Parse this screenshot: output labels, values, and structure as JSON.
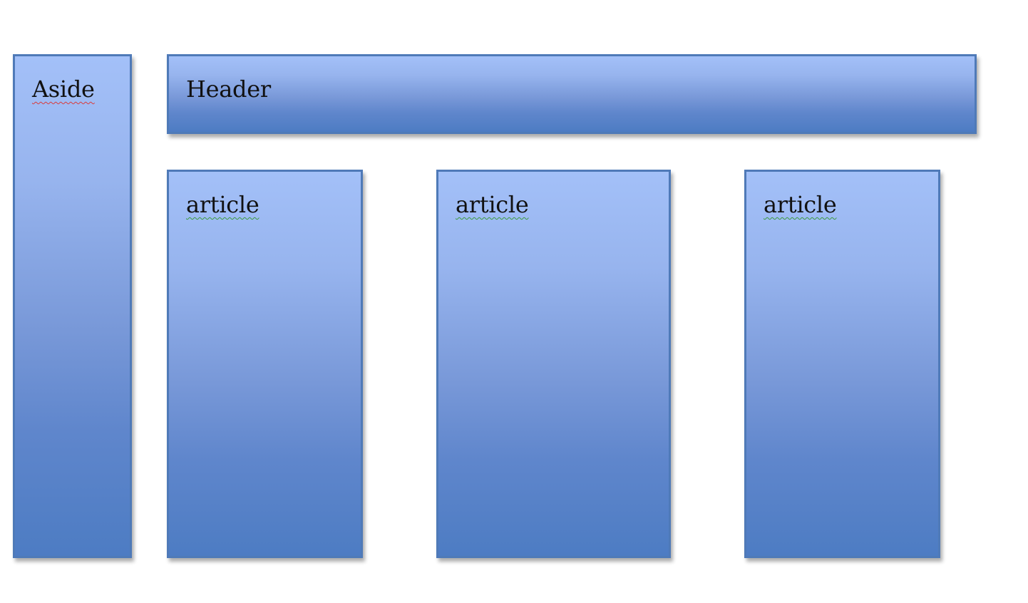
{
  "aside": {
    "label": "Aside"
  },
  "header": {
    "label": "Header"
  },
  "articles": [
    {
      "label": "article"
    },
    {
      "label": "article"
    },
    {
      "label": "article"
    }
  ],
  "colors": {
    "box_fill_top": "#a3c0f8",
    "box_fill_bottom": "#4d7cc3",
    "box_border": "#4f7ab8",
    "spellcheck_red": "#d93a3a",
    "grammar_green": "#3c9a3c"
  }
}
